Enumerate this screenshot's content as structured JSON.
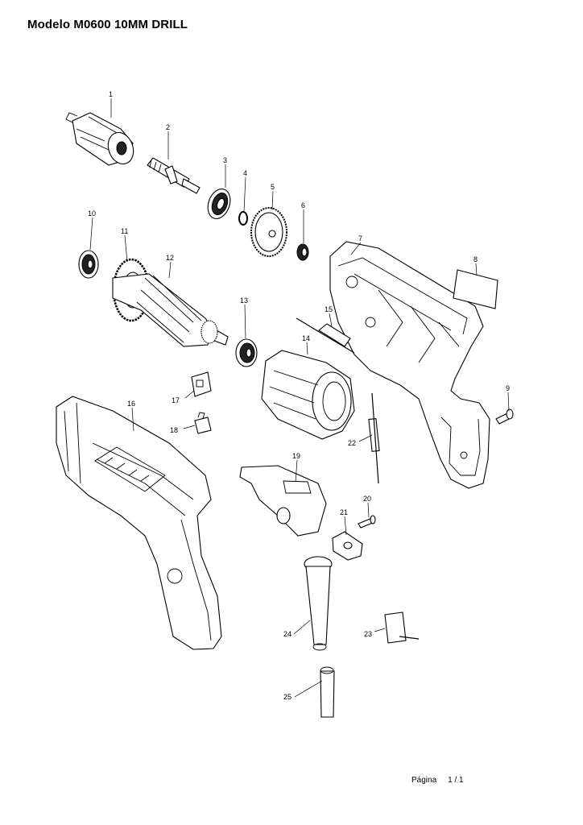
{
  "header": {
    "title": "Modelo M0600  10MM DRILL"
  },
  "footer": {
    "page_label": "Página",
    "page_number": "1 / 1"
  },
  "parts": [
    {
      "num": "1"
    },
    {
      "num": "2"
    },
    {
      "num": "3"
    },
    {
      "num": "4"
    },
    {
      "num": "5"
    },
    {
      "num": "6"
    },
    {
      "num": "7"
    },
    {
      "num": "8"
    },
    {
      "num": "9"
    },
    {
      "num": "10"
    },
    {
      "num": "11"
    },
    {
      "num": "12"
    },
    {
      "num": "13"
    },
    {
      "num": "14"
    },
    {
      "num": "15"
    },
    {
      "num": "16"
    },
    {
      "num": "17"
    },
    {
      "num": "18"
    },
    {
      "num": "19"
    },
    {
      "num": "20"
    },
    {
      "num": "21"
    },
    {
      "num": "22"
    },
    {
      "num": "23"
    },
    {
      "num": "24"
    },
    {
      "num": "25"
    }
  ]
}
